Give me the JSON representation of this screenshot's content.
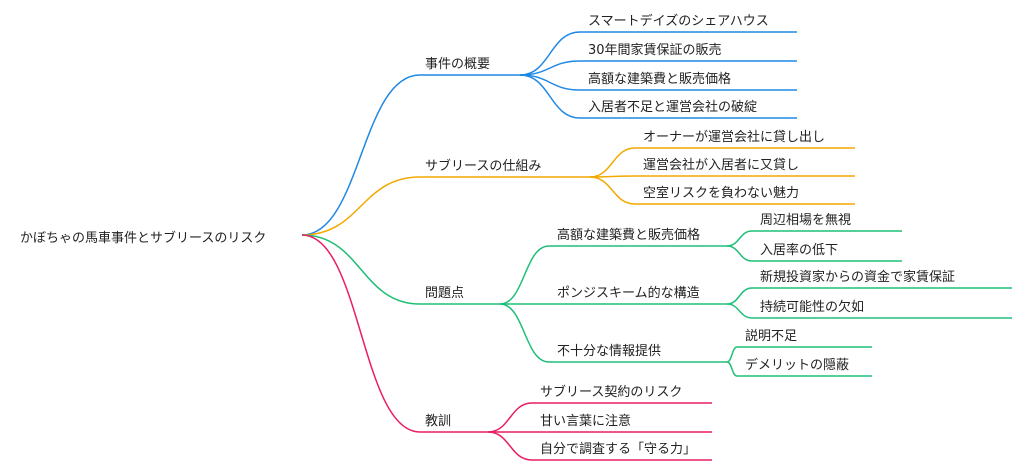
{
  "mindmap": {
    "root": {
      "label": "かぼちゃの馬車事件とサブリースのリスク"
    },
    "branches": [
      {
        "label": "事件の概要",
        "color": "#1e88e5",
        "children": [
          {
            "label": "スマートデイズのシェアハウス"
          },
          {
            "label": "30年間家賃保証の販売"
          },
          {
            "label": "高額な建築費と販売価格"
          },
          {
            "label": "入居者不足と運営会社の破綻"
          }
        ]
      },
      {
        "label": "サブリースの仕組み",
        "color": "#f2a900",
        "children": [
          {
            "label": "オーナーが運営会社に貸し出し"
          },
          {
            "label": "運営会社が入居者に又貸し"
          },
          {
            "label": "空室リスクを負わない魅力"
          }
        ]
      },
      {
        "label": "問題点",
        "color": "#1fbf78",
        "children": [
          {
            "label": "高額な建築費と販売価格",
            "children": [
              {
                "label": "周辺相場を無視"
              },
              {
                "label": "入居率の低下"
              }
            ]
          },
          {
            "label": "ポンジスキーム的な構造",
            "children": [
              {
                "label": "新規投資家からの資金で家賃保証"
              },
              {
                "label": "持続可能性の欠如"
              }
            ]
          },
          {
            "label": "不十分な情報提供",
            "children": [
              {
                "label": "説明不足"
              },
              {
                "label": "デメリットの隠蔽"
              }
            ]
          }
        ]
      },
      {
        "label": "教訓",
        "color": "#e91e63",
        "children": [
          {
            "label": "サブリース契約のリスク"
          },
          {
            "label": "甘い言葉に注意"
          },
          {
            "label": "自分で調査する「守る力」"
          }
        ]
      }
    ]
  }
}
